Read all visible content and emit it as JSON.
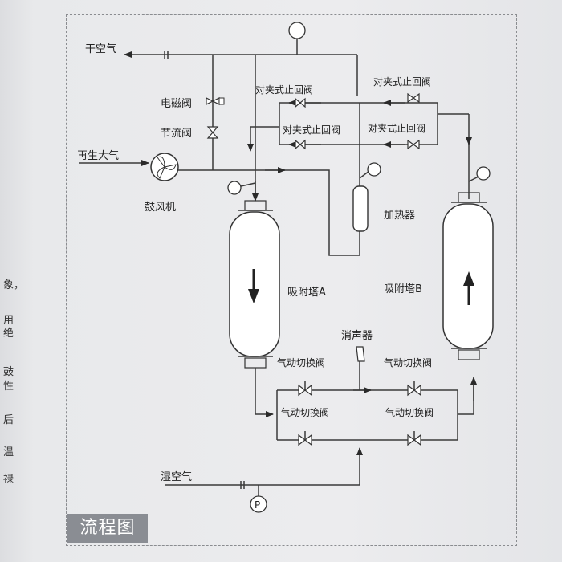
{
  "caption": "流程图",
  "labels": {
    "dry_air": "干空气",
    "regen_air": "再生大气",
    "solenoid": "电磁阀",
    "throttle": "节流阀",
    "blower": "鼓风机",
    "check_valve_1": "对夹式止回阀",
    "check_valve_2": "对夹式止回阀",
    "check_valve_3": "对夹式止回阀",
    "check_valve_4": "对夹式止回阀",
    "heater": "加热器",
    "tower_a": "吸附塔A",
    "tower_b": "吸附塔B",
    "muffler": "消声器",
    "pneu_valve_1": "气动切换阀",
    "pneu_valve_2": "气动切换阀",
    "pneu_valve_3": "气动切换阀",
    "pneu_valve_4": "气动切换阀",
    "wet_air": "湿空气",
    "pressure_p": "P"
  },
  "margin_text": [
    "象，",
    "用",
    "绝",
    "鼓",
    "性",
    "后",
    "温",
    "禄"
  ]
}
